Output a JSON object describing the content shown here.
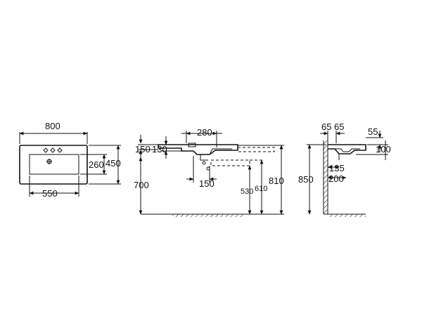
{
  "top_view": {
    "width_label": "800",
    "depth_label": "450",
    "bowl_depth_label": "260",
    "bowl_width_label": "550"
  },
  "side_view": {
    "tap_spacing_label": "280",
    "rim_height_label": "150",
    "front_label": "130",
    "waste_offset_label": "150",
    "floor_to_underside_label": "700",
    "trap_530_label": "530",
    "trap_610_label": "610",
    "overall_height_label": "810"
  },
  "end_view": {
    "wall_gap_label_a": "65",
    "wall_gap_label_b": "65",
    "rim_label": "55",
    "bowl_height_label": "100",
    "waste_label": "135",
    "projection_label": "200",
    "overall_height_label": "850"
  }
}
